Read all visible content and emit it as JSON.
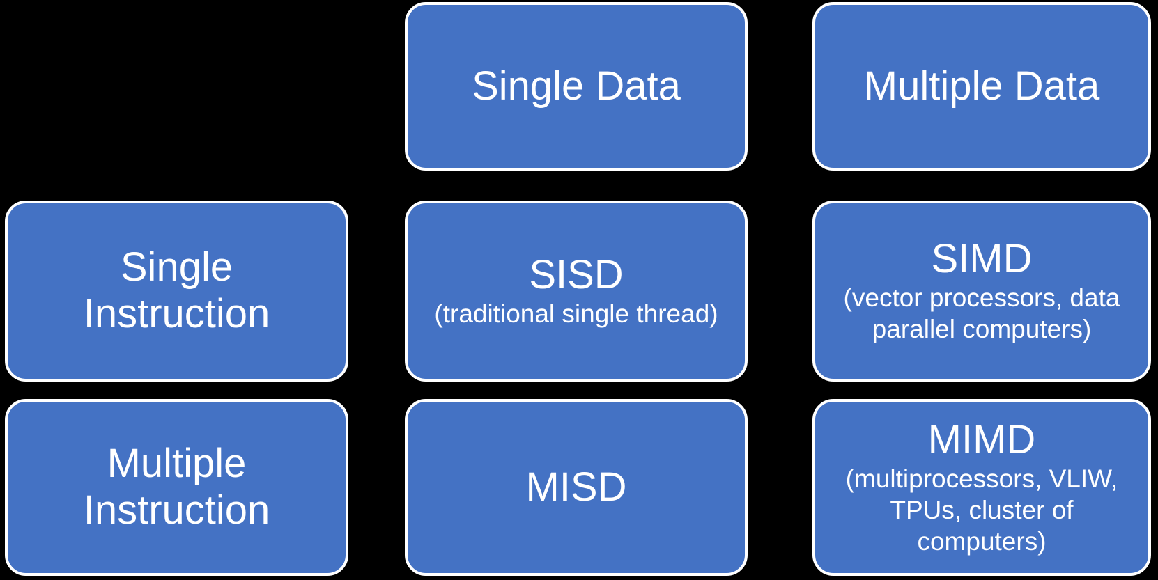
{
  "diagram": {
    "name": "flynns-taxonomy-grid",
    "column_headers": {
      "single_data": {
        "label": "Single Data"
      },
      "multiple_data": {
        "label": "Multiple Data"
      }
    },
    "row_headers": {
      "single_instruction": {
        "label": "Single Instruction"
      },
      "multiple_instruction": {
        "label": "Multiple Instruction"
      }
    },
    "cells": {
      "sisd": {
        "title": "SISD",
        "subtitle": "(traditional single thread)"
      },
      "simd": {
        "title": "SIMD",
        "subtitle": "(vector processors, data parallel computers)"
      },
      "misd": {
        "title": "MISD",
        "subtitle": ""
      },
      "mimd": {
        "title": "MIMD",
        "subtitle": "(multiprocessors, VLIW, TPUs, cluster of computers)"
      }
    },
    "colors": {
      "background": "#000000",
      "box_fill": "#4472C4",
      "box_border": "#FFFFFF",
      "text": "#FFFFFF"
    }
  }
}
